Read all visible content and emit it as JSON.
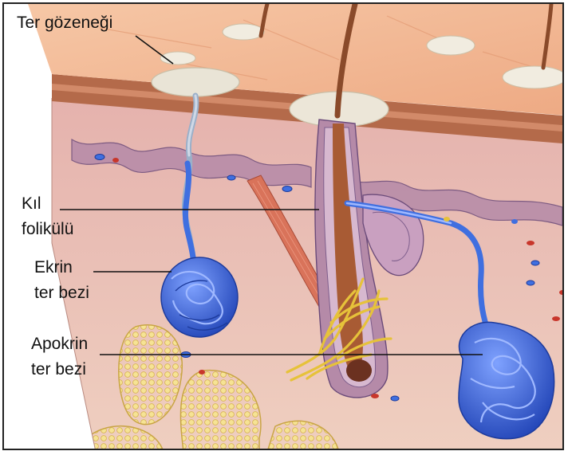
{
  "labels": {
    "sweat_pore": "Ter gözeneği",
    "hair_follicle_line1": "Kıl",
    "hair_follicle_line2": "folikülü",
    "eccrine_line1": "Ekrin",
    "eccrine_line2": "ter bezi",
    "apocrine_line1": "Apokrin",
    "apocrine_line2": "ter bezi"
  },
  "colors": {
    "skin_surface": "#f2b894",
    "epidermis": "#c98a72",
    "dermis": "#e8c0b8",
    "hypodermis_fat": "#f1dd8a",
    "sweat_gland_blue": "#3f6fe0",
    "hair_shaft": "#8a4a2a",
    "nerve_yellow": "#e6c23a",
    "muscle": "#d9735a"
  },
  "icons": [
    "hair-shaft",
    "sweat-gland-coil",
    "fat-lobule",
    "nerve-fibers",
    "blood-vessel"
  ]
}
